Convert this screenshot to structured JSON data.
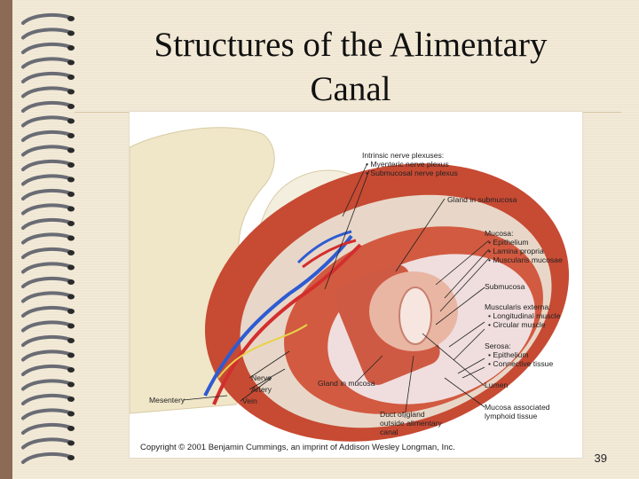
{
  "slide": {
    "title": "Structures of the Alimentary Canal",
    "page_number": "39",
    "colors": {
      "background": "#8c6a55",
      "slide": "#f3ead7",
      "ring": "#6a6c74"
    }
  },
  "figure": {
    "copyright": "Copyright © 2001 Benjamin Cummings, an imprint of Addison Wesley Longman, Inc.",
    "labels": {
      "intrinsic": "Intrinsic nerve plexuses:",
      "myenteric": "• Myenteric nerve plexus",
      "submucosal_plexus": "• Submucosal nerve plexus",
      "gland_submucosa": "Gland in submucosa",
      "mucosa": "Mucosa:",
      "epithelium": "• Epithelium",
      "lamina": "• Lamina propria",
      "musc_mucosae": "• Muscularis mucosae",
      "submucosa": "Submucosa",
      "musc_externa": "Muscularis externa:",
      "longitudinal": "• Longitudinal muscle",
      "circular": "• Circular muscle",
      "serosa": "Serosa:",
      "serosa_epi": "• Epithelium",
      "connective": "• Connective tissue",
      "nerve": "Nerve",
      "artery": "Artery",
      "vein": "Vein",
      "mesentery": "Mesentery",
      "gland_mucosa": "Gland in mucosa",
      "lumen": "Lumen",
      "duct1": "Duct of gland",
      "duct2": "outside alimentary",
      "duct3": "canal",
      "malt1": "Mucosa associated",
      "malt2": "lymphoid tissue"
    }
  }
}
